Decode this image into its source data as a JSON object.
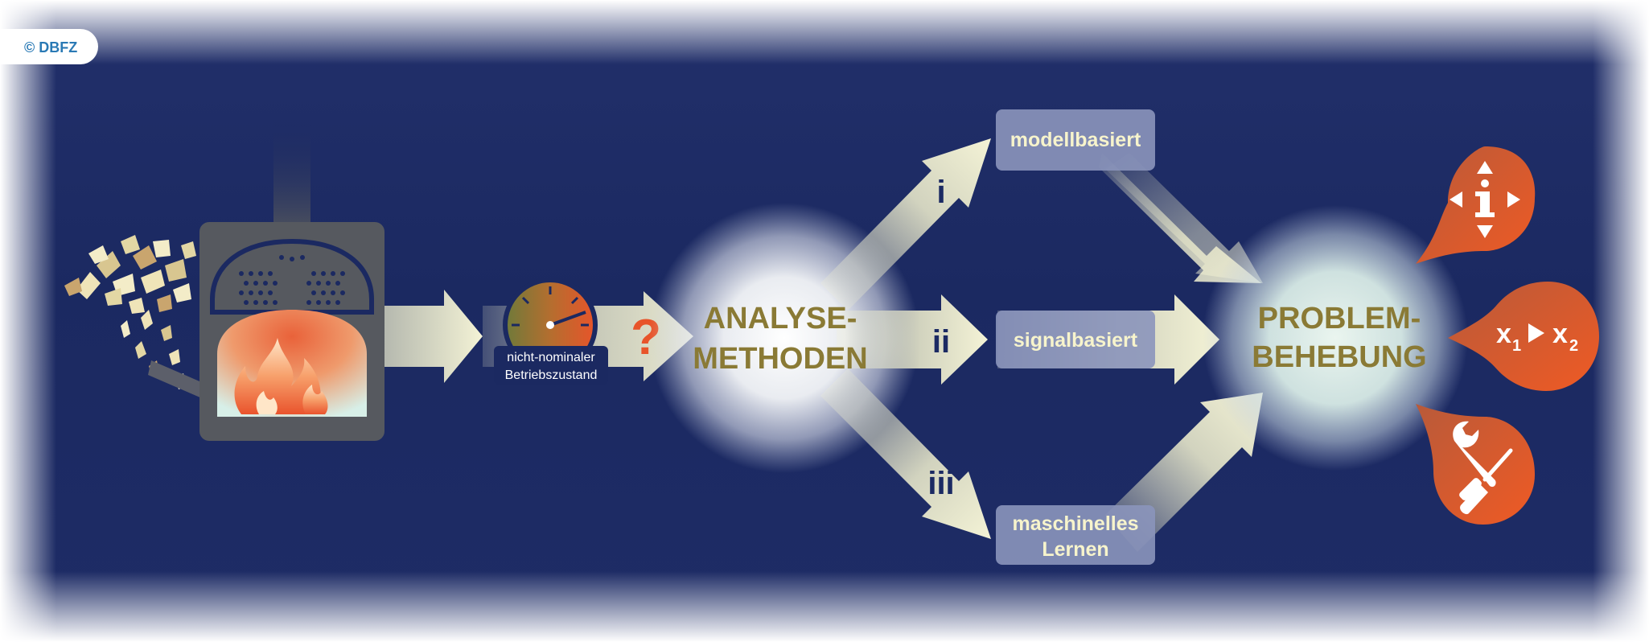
{
  "copyright": "© DBFZ",
  "gauge": {
    "label_line1": "nicht-nominaler",
    "label_line2": "Betriebszustand"
  },
  "question_mark": "?",
  "analysis": {
    "line1": "ANALYSE-",
    "line2": "METHODEN"
  },
  "branches": [
    {
      "numeral": "i",
      "label_line1": "modellbasiert",
      "label_line2": ""
    },
    {
      "numeral": "ii",
      "label_line1": "signalbasiert",
      "label_line2": ""
    },
    {
      "numeral": "iii",
      "label_line1": "maschinelles",
      "label_line2": "Lernen"
    }
  ],
  "solution": {
    "line1": "PROBLEM-",
    "line2": "BEHEBUNG"
  },
  "outcomes": {
    "info_icon": "info-with-direction-arrows-icon",
    "param_from": "x",
    "param_from_sub": "1",
    "param_to": "x",
    "param_to_sub": "2",
    "tools_icon": "wrench-screwdriver-icon"
  },
  "colors": {
    "background_navy": "#1c2a63",
    "arrow_cream": "#f2f1cf",
    "label_gold": "#8a7a35",
    "accent_orange": "#e8542a",
    "box_fill": "#8b95bb",
    "box_text": "#f7f4cc",
    "roman_numeral": "#1b2a63"
  }
}
